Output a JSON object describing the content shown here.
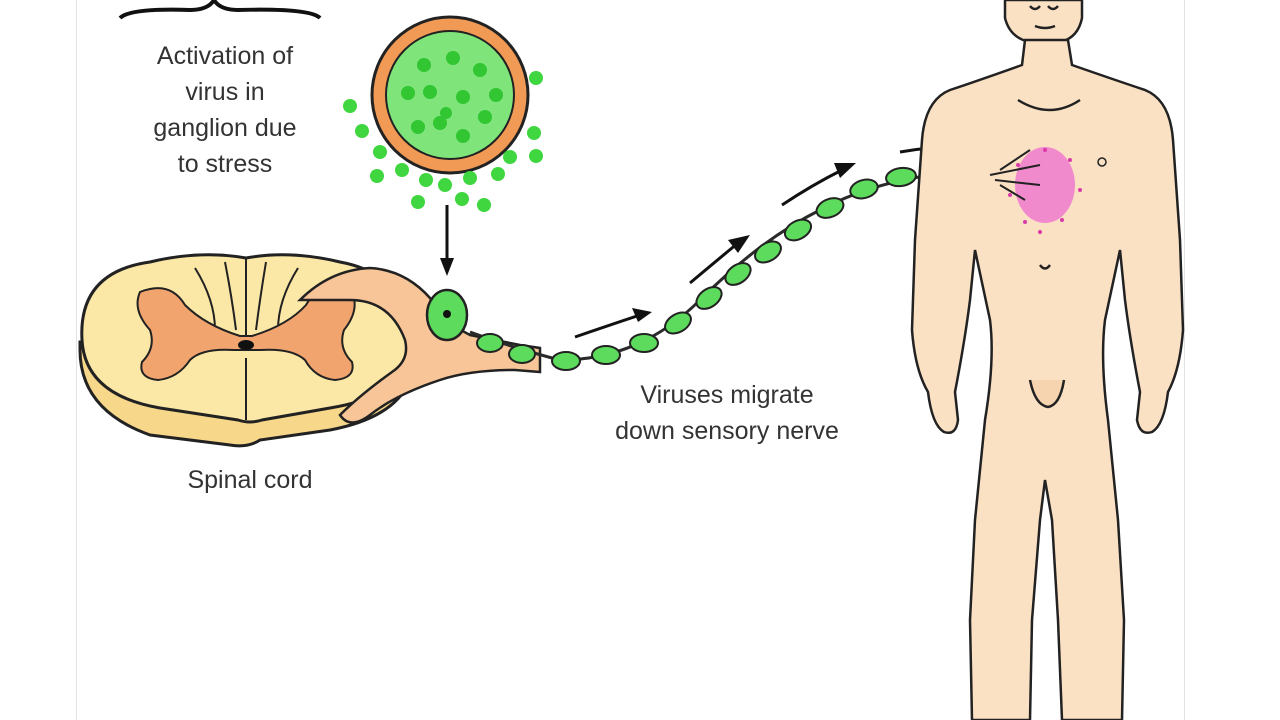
{
  "labels": {
    "activation_line1": "Activation of",
    "activation_line2": "virus in",
    "activation_line3": "ganglion due",
    "activation_line4": "to stress",
    "spinal_cord": "Spinal cord",
    "migrate_line1": "Viruses migrate",
    "migrate_line2": "down sensory nerve"
  },
  "colors": {
    "cord_fill": "#fbe7a6",
    "grey_matter": "#f2a46e",
    "nerve": "#f7c597",
    "virus_green": "#5ddb5d",
    "capsid_ring": "#e8894a",
    "skin": "#fbe1c4",
    "rash": "#ee79cf",
    "outline": "#1a1a1a"
  }
}
